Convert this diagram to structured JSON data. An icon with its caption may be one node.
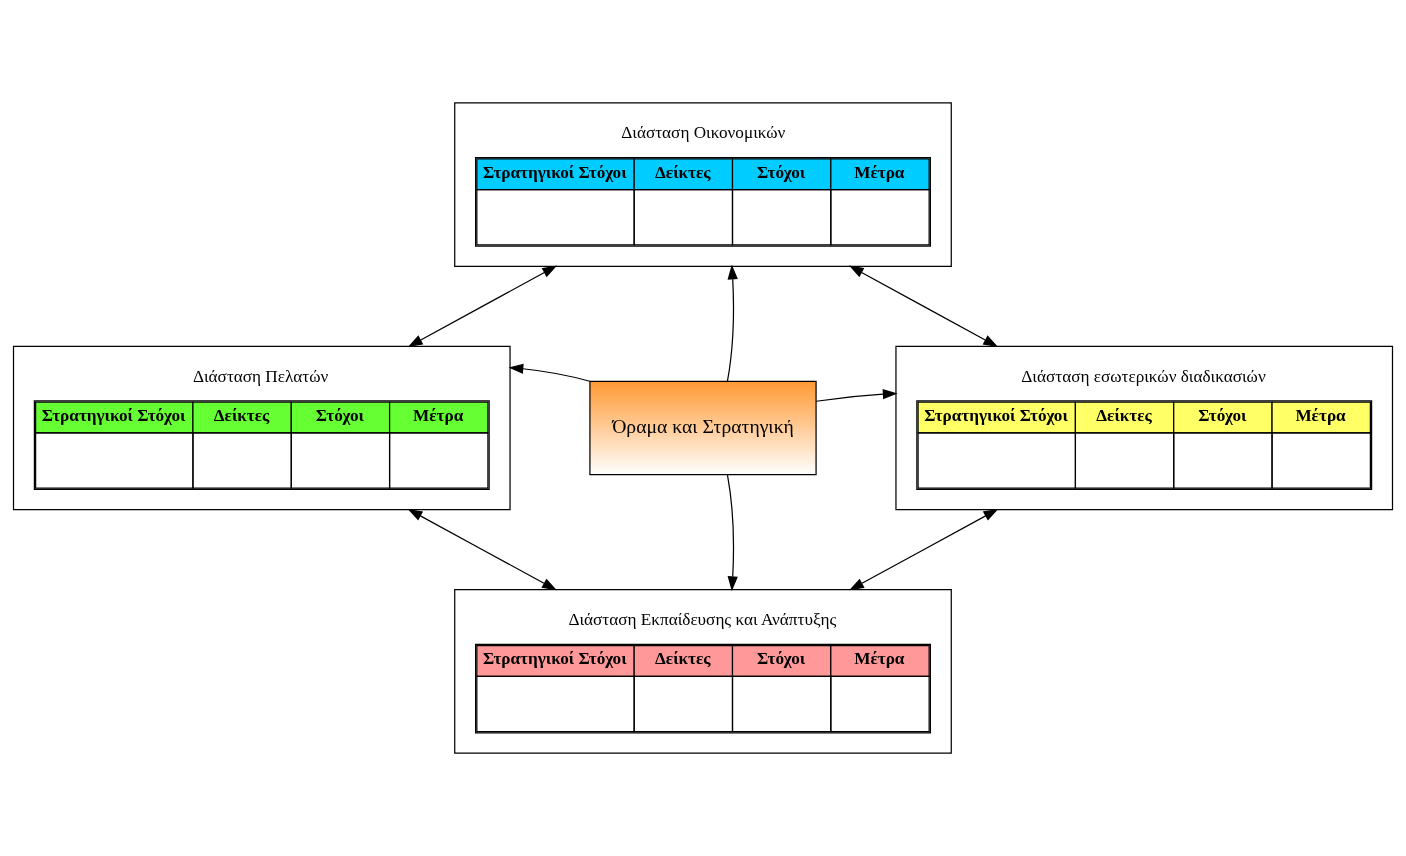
{
  "diagram": {
    "nodes": [
      {
        "text": [
          "Διάσταση Οικονομικών",
          "Στρατηγικοί Στόχοι",
          "Δείκτες",
          "Στόχοι",
          "Μέτρα"
        ]
      },
      {
        "text": [
          "Διάσταση Πελατών",
          "Στρατηγικοί Στόχοι",
          "Δείκτες",
          "Στόχοι",
          "Μέτρα"
        ]
      },
      {
        "text": [
          "Όραμα και Στρατηγική"
        ]
      },
      {
        "text": [
          "Διάσταση εσωτερικών διαδικασιών",
          "Στρατηγικοί Στόχοι",
          "Δείκτες",
          "Στόχοι",
          "Μέτρα"
        ]
      },
      {
        "text": [
          "Διάσταση Εκπαίδευσης και Ανάπτυξης",
          "Στρατηγικοί Στόχοι",
          "Δείκτες",
          "Στόχοι",
          "Μέτρα"
        ]
      }
    ],
    "edges": [
      {
        "from": 2,
        "to": 0,
        "arrow": "to"
      },
      {
        "from": 2,
        "to": 1,
        "arrow": "to"
      },
      {
        "from": 2,
        "to": 3,
        "arrow": "to"
      },
      {
        "from": 2,
        "to": 4,
        "arrow": "to"
      },
      {
        "from": 0,
        "to": 1,
        "arrow": "both"
      },
      {
        "from": 0,
        "to": 3,
        "arrow": "both"
      },
      {
        "from": 1,
        "to": 4,
        "arrow": "both"
      },
      {
        "from": 3,
        "to": 4,
        "arrow": "both"
      }
    ]
  }
}
